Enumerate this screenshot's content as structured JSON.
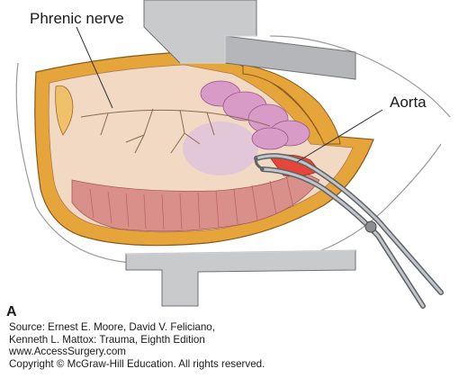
{
  "figure": {
    "labels": {
      "phrenic_nerve": "Phrenic nerve",
      "aorta": "Aorta",
      "panel": "A"
    },
    "source_lines": [
      "Source: Ernest E. Moore, David V. Feliciano,",
      "Kenneth L. Mattox: Trauma, Eighth Edition",
      "www.AccessSurgery.com",
      "Copyright © McGraw-Hill Education. All rights reserved."
    ]
  },
  "colors": {
    "retractor": "#c9cacc",
    "fat_border": "#e6a53a",
    "diaphragm": "#f2d9c4",
    "muscle": "#d98f8a",
    "pancreas": "#d89ac6",
    "clamp": "#8a8d91",
    "aorta": "#e4473a"
  }
}
